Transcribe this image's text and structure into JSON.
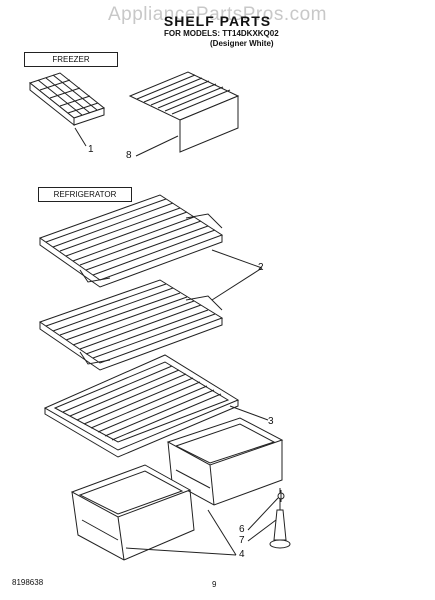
{
  "watermark": "AppliancePartsPros.com",
  "header": {
    "title": "SHELF PARTS",
    "models": "FOR MODELS: TT14DKXKQ02",
    "color": "(Designer White)"
  },
  "sections": {
    "freezer": "FREEZER",
    "refrigerator": "REFRIGERATOR"
  },
  "callouts": {
    "c1": "1",
    "c8": "8",
    "c2": "2",
    "c3": "3",
    "c6": "6",
    "c7": "7",
    "c4": "4"
  },
  "footer": {
    "doc_number": "8198638",
    "page_number": "9"
  }
}
